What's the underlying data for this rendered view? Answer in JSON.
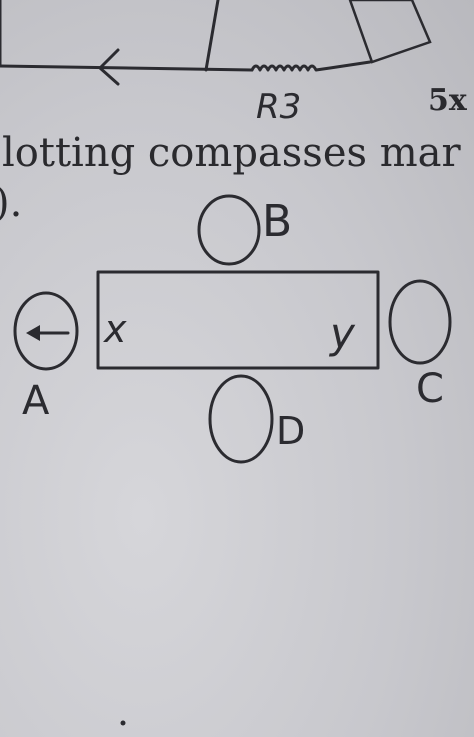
{
  "top_label": "R3",
  "top_right_text": "5x",
  "printed_line": "lotting compasses mar",
  "printed_fragment": ").",
  "labels": {
    "a": "A",
    "b": "B",
    "c": "C",
    "d": "D",
    "x": "x",
    "y": "y"
  },
  "colors": {
    "paper": "#c9c9cd",
    "ink": "#2b2b30"
  }
}
